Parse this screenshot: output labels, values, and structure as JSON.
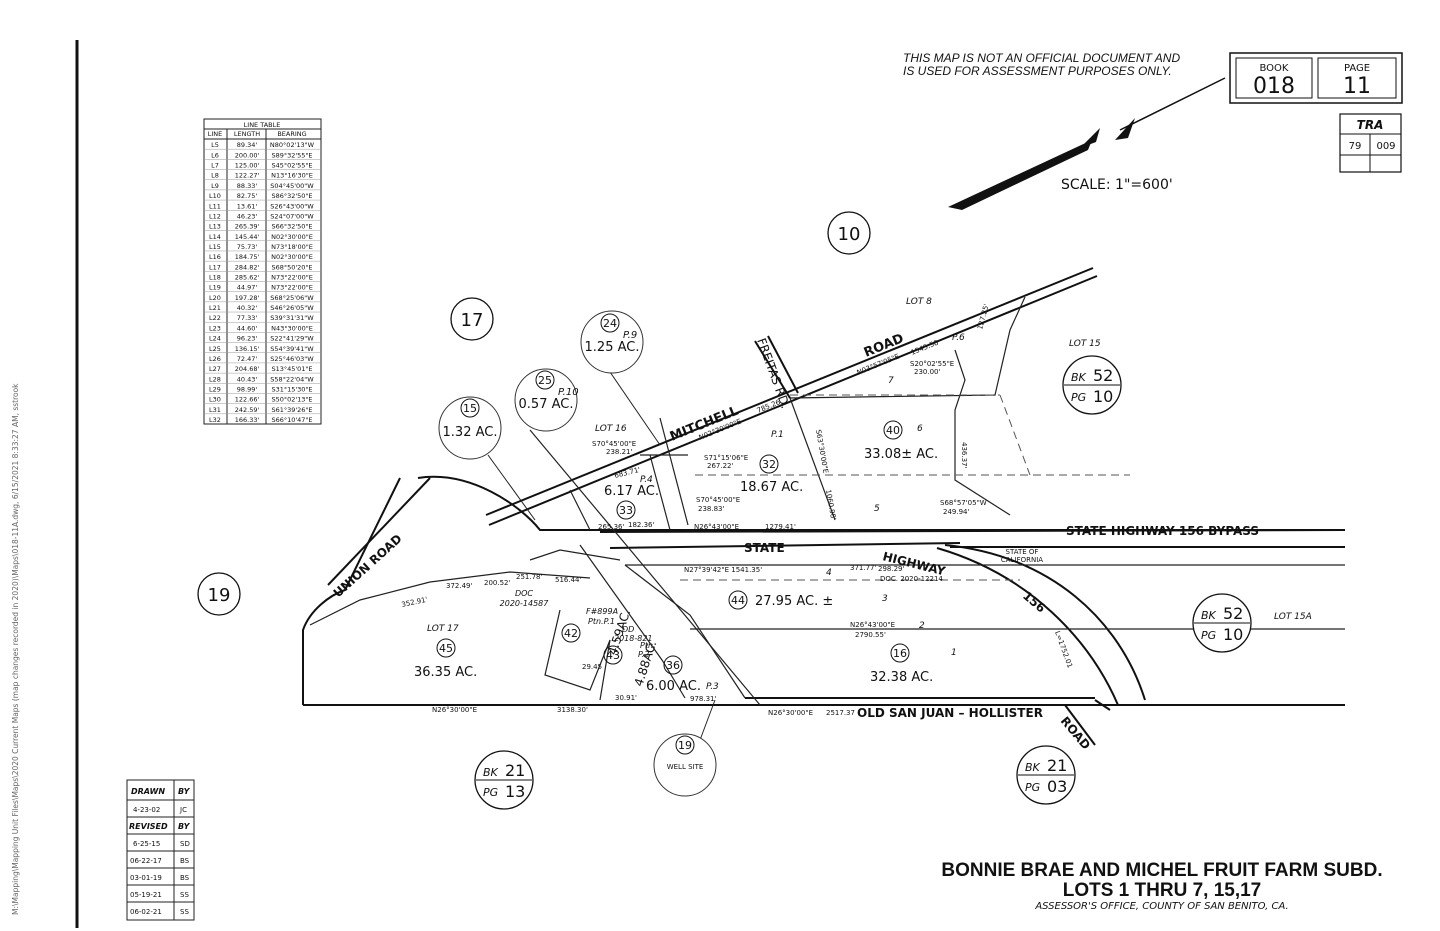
{
  "disclaimer": [
    "THIS MAP IS NOT AN OFFICIAL DOCUMENT AND",
    "IS USED FOR ASSESSMENT PURPOSES ONLY."
  ],
  "book": {
    "book_label": "BOOK",
    "book_value": "018",
    "page_label": "PAGE",
    "page_value": "11"
  },
  "tra": {
    "label": "TRA",
    "codes": [
      "79",
      "009"
    ]
  },
  "scale": "SCALE: 1\"=600'",
  "line_table": {
    "title": "LINE TABLE",
    "headers": [
      "LINE",
      "LENGTH",
      "BEARING"
    ],
    "rows": [
      [
        "L5",
        "89.34'",
        "N80°02'13\"W"
      ],
      [
        "L6",
        "200.00'",
        "S89°32'55\"E"
      ],
      [
        "L7",
        "125.00'",
        "S45°02'55\"E"
      ],
      [
        "L8",
        "122.27'",
        "N13°16'30\"E"
      ],
      [
        "L9",
        "88.33'",
        "S04°45'00\"W"
      ],
      [
        "L10",
        "82.75'",
        "S86°32'50\"E"
      ],
      [
        "L11",
        "13.61'",
        "S26°43'00\"W"
      ],
      [
        "L12",
        "46.23'",
        "S24°07'00\"W"
      ],
      [
        "L13",
        "265.39'",
        "S66°32'50\"E"
      ],
      [
        "L14",
        "145.44'",
        "N02°30'00\"E"
      ],
      [
        "L15",
        "75.73'",
        "N73°18'00\"E"
      ],
      [
        "L16",
        "184.75'",
        "N02°30'00\"E"
      ],
      [
        "L17",
        "284.82'",
        "S68°50'20\"E"
      ],
      [
        "L18",
        "285.62'",
        "N73°22'00\"E"
      ],
      [
        "L19",
        "44.97'",
        "N73°22'00\"E"
      ],
      [
        "L20",
        "197.28'",
        "S68°25'06\"W"
      ],
      [
        "L21",
        "40.32'",
        "S46°26'05\"W"
      ],
      [
        "L22",
        "77.33'",
        "S39°31'31\"W"
      ],
      [
        "L23",
        "44.60'",
        "N43°30'00\"E"
      ],
      [
        "L24",
        "96.23'",
        "S22°41'29\"W"
      ],
      [
        "L25",
        "136.15'",
        "S54°39'41\"W"
      ],
      [
        "L26",
        "72.47'",
        "S25°46'03\"W"
      ],
      [
        "L27",
        "204.68'",
        "S13°45'01\"E"
      ],
      [
        "L28",
        "40.43'",
        "S58°22'04\"W"
      ],
      [
        "L29",
        "98.99'",
        "S31°15'30\"E"
      ],
      [
        "L30",
        "122.66'",
        "S50°02'13\"E"
      ],
      [
        "L31",
        "242.59'",
        "S61°39'26\"E"
      ],
      [
        "L32",
        "166.33'",
        "S66°10'47\"E"
      ]
    ]
  },
  "parcels": [
    {
      "num": "24",
      "ref": "P.9",
      "acres": "1.25 AC."
    },
    {
      "num": "25",
      "ref": "P.10",
      "acres": "0.57 AC."
    },
    {
      "num": "15",
      "acres": "1.32 AC."
    },
    {
      "num": "32",
      "acres": "18.67 AC."
    },
    {
      "num": "40",
      "acres": "33.08± AC."
    },
    {
      "num": "33",
      "acres": "6.17 AC."
    },
    {
      "num": "44",
      "acres": "27.95 AC. ±"
    },
    {
      "num": "16",
      "acres": "32.38 AC."
    },
    {
      "num": "45",
      "acres": "36.35 AC."
    },
    {
      "num": "42",
      "acres": "4.59AC."
    },
    {
      "num": "43",
      "acres": "4.88AC."
    },
    {
      "num": "36",
      "acres": "6.00 AC."
    },
    {
      "num": "19",
      "acres": "WELL SITE"
    }
  ],
  "map_pages": [
    "10",
    "17",
    "19"
  ],
  "book_refs": [
    {
      "bk": "52",
      "pg": "10"
    },
    {
      "bk": "52",
      "pg": "10"
    },
    {
      "bk": "21",
      "pg": "13"
    },
    {
      "bk": "21",
      "pg": "03"
    }
  ],
  "labels": {
    "freitas": "FREITAS RD.",
    "mitchell": "MITCHELL",
    "road": "ROAD",
    "state": "STATE",
    "highway": "HIGHWAY",
    "hwy156": "156",
    "bypass": "STATE HIGHWAY 156   BYPASS",
    "union": "UNION  ROAD",
    "old_san_juan": "OLD SAN  JUAN  –  HOLLISTER",
    "road2": "ROAD",
    "state_ca": [
      "STATE OF",
      "CALIFORNIA"
    ],
    "doc1": [
      "DOC",
      "2020-14587"
    ],
    "doc2": "DOC. 2020-12214",
    "dd": [
      "DD",
      "2018-821"
    ],
    "fb": [
      "F#899A",
      "Ptn.P.1"
    ],
    "ptn_p2": [
      "Ptn.",
      "P.2"
    ],
    "lot8": "LOT   8",
    "lot15": "LOT   15",
    "lot15a": "LOT   15A",
    "lot16": "LOT   16",
    "lot17": "LOT   17",
    "p1": "P.1",
    "p3": "P.3",
    "p4": "P.4",
    "p6": "P.6"
  },
  "dims": {
    "d1": "785.26",
    "d2": "N02°30'00\"E",
    "d3": "S70°45'00\"E",
    "d4": "238.21'",
    "d5": "683.71'",
    "d6": "S71°15'06\"E",
    "d7": "267.22'",
    "d8": "S70°45'00\"E",
    "d9": "238.83'",
    "d10": "265.36'",
    "d11": "182.36'",
    "d12": "N26°43'00\"E",
    "d13": "1279.41'",
    "d14": "N27°39'42\"E 1541.35'",
    "d15": "371.77'",
    "d16": "298.29'",
    "d17": "N26°43'00\"E",
    "d18": "2790.55'",
    "d19": "N26°30'00\"E",
    "d20": "3138.30'",
    "d21": "N26°30'00\"E",
    "d22": "2517.37",
    "d23": "N03°57'05\"E",
    "d24": "1545.58",
    "d25": "S20°02'55\"E",
    "d26": "230.00'",
    "d27": "S68°57'05\"W",
    "d28": "249.94'",
    "d29": "372.49'",
    "d30": "200.52'",
    "d31": "251.78'",
    "d32": "516.44'",
    "d33": "352.91'",
    "d34": "978.31'",
    "d35": "30.91'",
    "d36": "29.45",
    "d37": "1060.98'",
    "d38": "S63°30'00\"E",
    "d39": "436.37'",
    "d40": "127.25'",
    "d41": "L=1752.01"
  },
  "lot_numbers": [
    "1",
    "2",
    "3",
    "4",
    "5",
    "6",
    "7"
  ],
  "history": {
    "drawn_label": "DRAWN",
    "by_label": "BY",
    "revised_label": "REVISED",
    "drawn": [
      [
        "4-23-02",
        "JC"
      ]
    ],
    "revised": [
      [
        "6-25-15",
        "SD"
      ],
      [
        "06-22-17",
        "BS"
      ],
      [
        "03-01-19",
        "BS"
      ],
      [
        "05-19-21",
        "SS"
      ],
      [
        "06-02-21",
        "SS"
      ]
    ]
  },
  "title": [
    "BONNIE BRAE AND MICHEL FRUIT FARM SUBD.",
    "LOTS 1 THRU 7, 15,17"
  ],
  "subtitle": "ASSESSOR'S OFFICE, COUNTY OF SAN BENITO, CA.",
  "side_path": "M:\\Mapping\\Mapping Unit Files\\Maps\\2020 Current Maps (map changes recorded in 2020)\\Maps\\018-11A.dwg, 6/15/2021 8:33:27 AM, sstrook"
}
